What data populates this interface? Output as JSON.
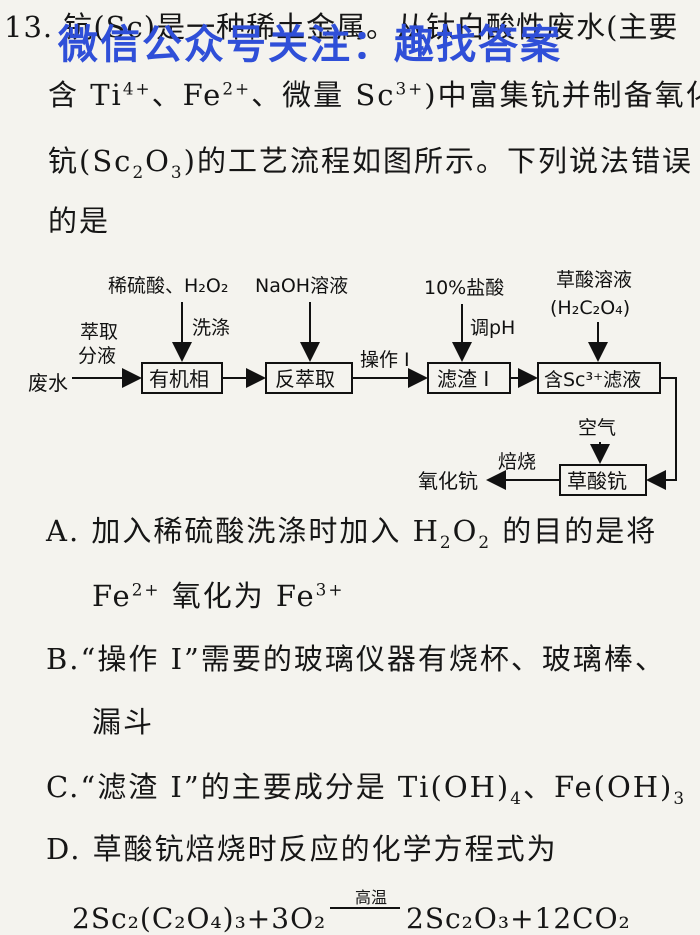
{
  "watermark": "微信公众号关注：趣找答案",
  "question": {
    "number": "13.",
    "stem_line1": "钪(Sc)是一种稀土金属。从钛白酸性废水(主要",
    "stem_line2_a": "含 Ti",
    "stem_line2_b": "4+",
    "stem_line2_c": "、Fe",
    "stem_line2_d": "2+",
    "stem_line2_e": "、微量 Sc",
    "stem_line2_f": "3+",
    "stem_line2_g": ")中富集钪并制备氧化",
    "stem_line3_a": "钪(Sc",
    "stem_line3_b": "2",
    "stem_line3_c": "O",
    "stem_line3_d": "3",
    "stem_line3_e": ")的工艺流程如图所示。下列说法错误",
    "stem_line4": "的是"
  },
  "flowchart": {
    "input_waste": "废水",
    "label_extract_top": "萃取",
    "label_extract_bottom": "分液",
    "box_organic": "有机相",
    "reagent_acid": "稀硫酸、H₂O₂",
    "label_wash": "洗涤",
    "reagent_naoh": "NaOH溶液",
    "box_back_extract": "反萃取",
    "label_operation": "操作 I",
    "reagent_hcl": "10%盐酸",
    "label_ph": "调pH",
    "box_residue": "滤渣 I",
    "reagent_oxalic": "草酸溶液",
    "reagent_oxalic_formula": "(H₂C₂O₄)",
    "box_filtrate": "含Sc³⁺滤液",
    "label_air": "空气",
    "box_sc_oxalate": "草酸钪",
    "label_roast": "焙烧",
    "output_oxide": "氧化钪"
  },
  "options": {
    "A_line1_a": "A. 加入稀硫酸洗涤时加入 H",
    "A_line1_b": "2",
    "A_line1_c": "O",
    "A_line1_d": "2",
    "A_line1_e": " 的目的是将",
    "A_line2_a": "Fe",
    "A_line2_b": "2+",
    "A_line2_c": " 氧化为 Fe",
    "A_line2_d": "3+",
    "B_line1": "B.“操作 I”需要的玻璃仪器有烧杯、玻璃棒、",
    "B_line2": "漏斗",
    "C_line1_a": "C.“滤渣 I”的主要成分是 Ti(OH)",
    "C_line1_b": "4",
    "C_line1_c": "、Fe(OH)",
    "C_line1_d": "3",
    "D_line1": "D. 草酸钪焙烧时反应的化学方程式为",
    "D_cond": "高温",
    "D_eq_left": "2Sc₂(C₂O₄)₃+3O₂",
    "D_eq_right": "2Sc₂O₃+12CO₂"
  }
}
